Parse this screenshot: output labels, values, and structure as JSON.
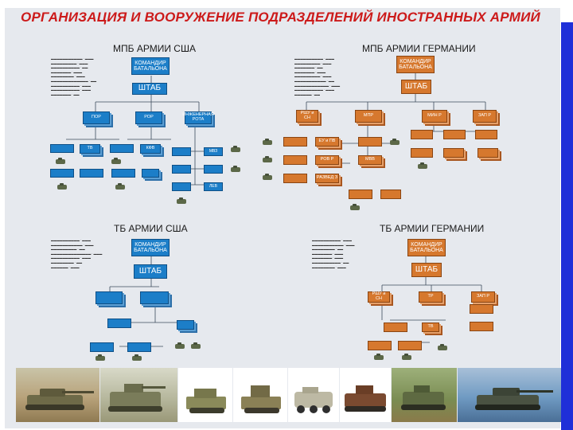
{
  "title": "ОРГАНИЗАЦИЯ И ВООРУЖЕНИЕ ПОДРАЗДЕЛЕНИЙ ИНОСТРАННЫХ АРМИЙ",
  "sections": {
    "mpb_usa": {
      "title": "МПБ АРМИИ США",
      "commander": "КОМАНДИР БАТАЛЬОНА",
      "hq": "ШТАБ",
      "units": {
        "a": "ПОР",
        "b": "РОР",
        "c": "ИНЖЕНЕРНАЯ РОТА"
      },
      "plat_a": [
        "ТВ",
        "КФВ"
      ],
      "plat_b": [
        "МВЗ",
        "ЛЕВ"
      ]
    },
    "mpb_germany": {
      "title": "МПБ АРМИИ ГЕРМАНИИ",
      "commander": "КОМАНДИР БАТАЛЬОНА",
      "hq": "ШТАБ",
      "units": {
        "a": "РШУ и СН",
        "b": "МПР",
        "c": "МИН Р",
        "d": "ЗАП Р"
      },
      "plat": [
        "ЕУ и ПВ",
        "РОВ Р",
        "РАЗВЕД З",
        "МВВ"
      ]
    },
    "tb_usa": {
      "title": "ТБ АРМИИ США",
      "commander": "КОМАНДИР БАТАЛЬОНА",
      "hq": "ШТАБ"
    },
    "tb_germany": {
      "title": "ТБ АРМИИ ГЕРМАНИИ",
      "commander": "КОМАНДИР БАТАЛЬОНА",
      "hq": "ШТАБ",
      "units": {
        "a": "РШУ и СН",
        "b": "ТР",
        "c": "ЗАП Р"
      },
      "plat": [
        "ТВ"
      ]
    }
  },
  "colors": {
    "us": "#1c7ec8",
    "de": "#d6782e",
    "title": "#cc1a1a",
    "board": "#e6e9ee",
    "strip": "#1f2fd8"
  }
}
